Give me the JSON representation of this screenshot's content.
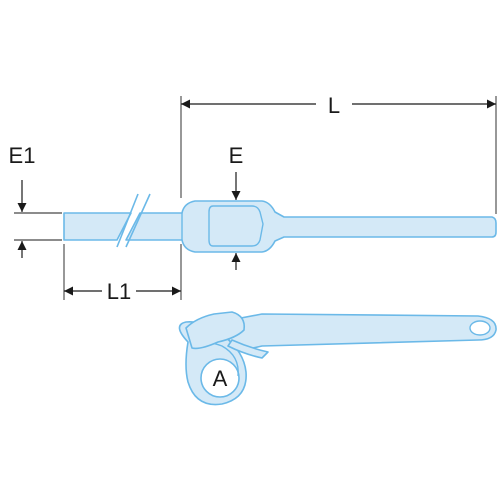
{
  "labels": {
    "L": "L",
    "L1": "L1",
    "E": "E",
    "E1": "E1",
    "A": "A"
  },
  "colors": {
    "part_fill": "#d4e9f7",
    "part_stroke": "#6bb9e8",
    "dimension_line": "#1a1a1a"
  }
}
